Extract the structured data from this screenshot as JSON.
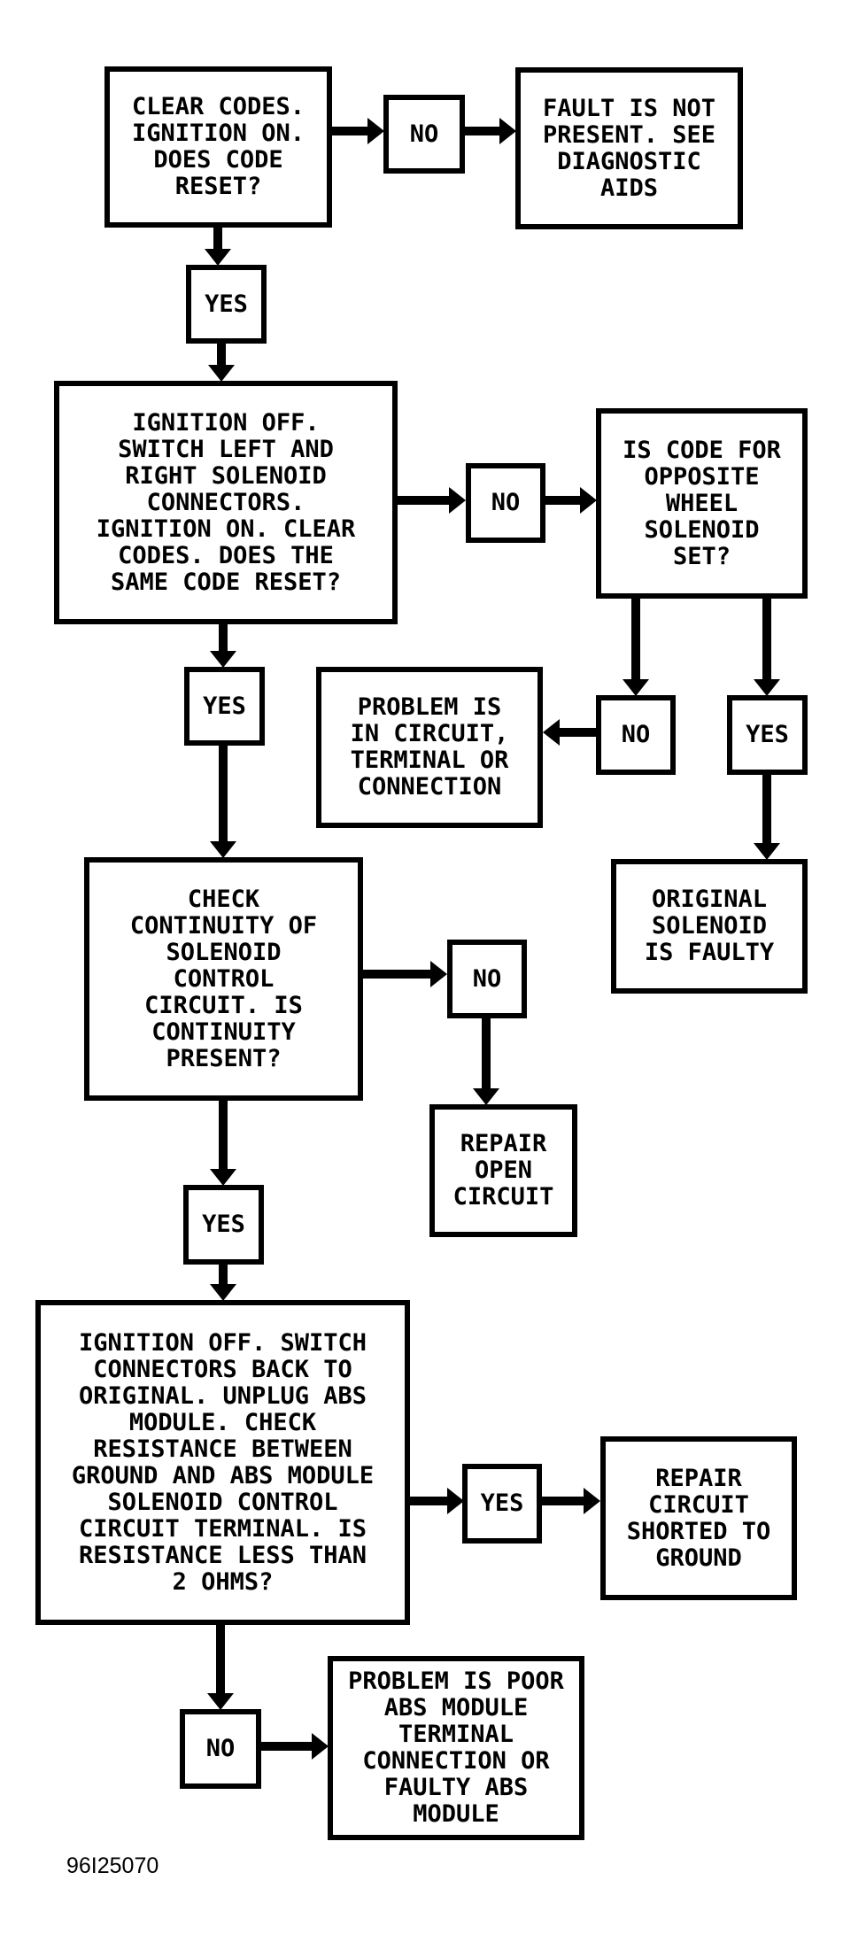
{
  "figure": {
    "id_label": "96I25070"
  },
  "colors": {
    "line": "#000000",
    "background": "#ffffff"
  },
  "nodes": {
    "clear_codes": {
      "label": "CLEAR CODES.\nIGNITION ON.\nDOES CODE\nRESET?"
    },
    "no1": {
      "label": "NO"
    },
    "fault_not_present": {
      "label": "FAULT IS NOT\nPRESENT. SEE\nDIAGNOSTIC\nAIDS"
    },
    "yes1": {
      "label": "YES"
    },
    "switch_connectors": {
      "label": "IGNITION OFF.\nSWITCH LEFT AND\nRIGHT SOLENOID\nCONNECTORS.\nIGNITION ON. CLEAR\nCODES. DOES THE\nSAME CODE RESET?"
    },
    "no2": {
      "label": "NO"
    },
    "opposite_wheel": {
      "label": "IS CODE FOR\nOPPOSITE\nWHEEL\nSOLENOID\nSET?"
    },
    "yes2": {
      "label": "YES"
    },
    "problem_circuit": {
      "label": "PROBLEM IS\nIN CIRCUIT,\nTERMINAL OR\nCONNECTION"
    },
    "no3": {
      "label": "NO"
    },
    "yes3": {
      "label": "YES"
    },
    "original_solenoid": {
      "label": "ORIGINAL\nSOLENOID\nIS FAULTY"
    },
    "check_continuity": {
      "label": "CHECK\nCONTINUITY OF\nSOLENOID\nCONTROL\nCIRCUIT. IS\nCONTINUITY\nPRESENT?"
    },
    "no4": {
      "label": "NO"
    },
    "repair_open": {
      "label": "REPAIR\nOPEN\nCIRCUIT"
    },
    "yes4": {
      "label": "YES"
    },
    "resistance_check": {
      "label": "IGNITION OFF. SWITCH\nCONNECTORS BACK TO\nORIGINAL. UNPLUG ABS\nMODULE. CHECK\nRESISTANCE BETWEEN\nGROUND AND ABS MODULE\nSOLENOID CONTROL\nCIRCUIT TERMINAL. IS\nRESISTANCE LESS THAN\n2 OHMS?"
    },
    "yes5": {
      "label": "YES"
    },
    "repair_shorted": {
      "label": "REPAIR\nCIRCUIT\nSHORTED TO\nGROUND"
    },
    "no5": {
      "label": "NO"
    },
    "problem_abs_module": {
      "label": "PROBLEM IS POOR\nABS MODULE\nTERMINAL\nCONNECTION OR\nFAULTY ABS\nMODULE"
    }
  }
}
